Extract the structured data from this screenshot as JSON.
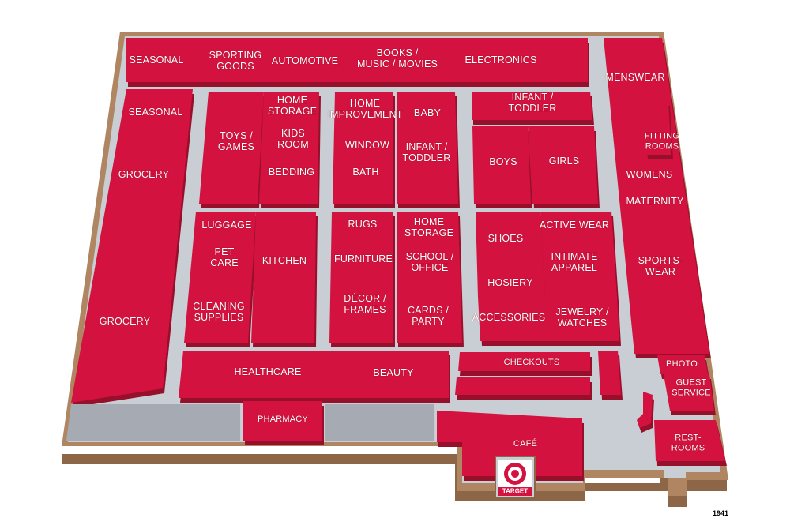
{
  "colors": {
    "department": "#d3123f",
    "department_shadow": "#96102c",
    "floor": "#c9cdd4",
    "wall_top": "#b08662",
    "wall_side": "#8c6646",
    "label": "#ffffff"
  },
  "departments": {
    "seasonal_top": "SEASONAL",
    "sporting_goods": "SPORTING\nGOODS",
    "automotive": "AUTOMOTIVE",
    "books_music_movies": "BOOKS /\nMUSIC / MOVIES",
    "electronics": "ELECTRONICS",
    "menswear": "MENSWEAR",
    "seasonal_left": "SEASONAL",
    "grocery_upper": "GROCERY",
    "grocery_lower": "GROCERY",
    "toys_games": "TOYS /\nGAMES",
    "home_storage_1": "HOME\nSTORAGE",
    "kids_room": "KIDS\nROOM",
    "bedding": "BEDDING",
    "home_improvement": "HOME\nIMPROVEMENT",
    "window": "WINDOW",
    "bath": "BATH",
    "baby": "BABY",
    "infant_toddler_1": "INFANT /\nTODDLER",
    "infant_toddler_2": "INFANT /\nTODDLER",
    "boys": "BOYS",
    "girls": "GIRLS",
    "fitting_rooms": "FITTING\nROOMS",
    "womens": "WOMENS",
    "maternity": "MATERNITY",
    "luggage": "LUGGAGE",
    "pet_care": "PET\nCARE",
    "kitchen": "KITCHEN",
    "cleaning_supplies": "CLEANING\nSUPPLIES",
    "rugs": "RUGS",
    "furniture": "FURNITURE",
    "decor_frames": "DÉCOR /\nFRAMES",
    "home_storage_2": "HOME\nSTORAGE",
    "school_office": "SCHOOL /\nOFFICE",
    "cards_party": "CARDS /\nPARTY",
    "shoes": "SHOES",
    "hosiery": "HOSIERY",
    "active_wear": "ACTIVE WEAR",
    "intimate_apparel": "INTIMATE\nAPPAREL",
    "accessories": "ACCESSORIES",
    "jewelry_watches": "JEWELRY /\nWATCHES",
    "sportswear": "SPORTS-\nWEAR",
    "healthcare": "HEALTHCARE",
    "beauty": "BEAUTY",
    "checkouts": "CHECKOUTS",
    "photo": "PHOTO",
    "guest_service": "GUEST\nSERVICE",
    "pharmacy": "PHARMACY",
    "cafe": "CAFÉ",
    "restrooms": "REST-\nROOMS"
  },
  "logo": {
    "text": "TARGET",
    "icon": "target-bullseye-icon"
  },
  "map_code": "1941"
}
